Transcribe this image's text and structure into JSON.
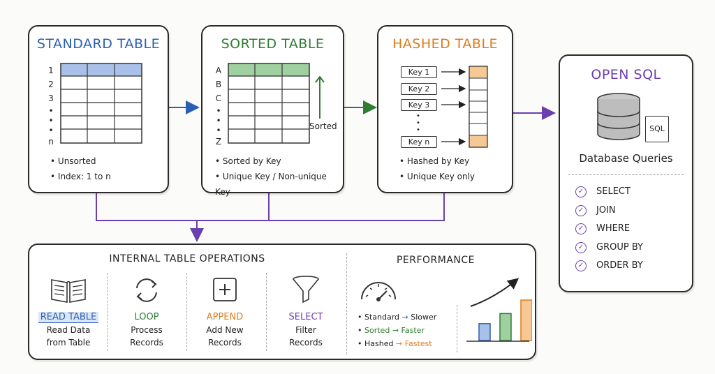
{
  "colors": {
    "blue": "#2b5fb4",
    "green": "#2e7d32",
    "orange": "#e07b1a",
    "purple": "#6b3fb0",
    "ink": "#222222"
  },
  "standard": {
    "title": "STANDARD TABLE",
    "row_labels": [
      "1",
      "2",
      "3",
      "•",
      "•",
      "•",
      "n"
    ],
    "bullets": [
      "Unsorted",
      "Index: 1 to n"
    ]
  },
  "sorted": {
    "title": "SORTED TABLE",
    "row_labels": [
      "A",
      "B",
      "C",
      "•",
      "•",
      "•",
      "Z"
    ],
    "arrow_label": "Sorted",
    "bullets": [
      "Sorted by Key",
      "Unique Key / Non-unique Key"
    ]
  },
  "hashed": {
    "title": "HASHED TABLE",
    "keys": [
      "Key 1",
      "Key 2",
      "Key 3",
      "Key n"
    ],
    "bullets": [
      "Hashed by Key",
      "Unique Key only"
    ]
  },
  "opensql": {
    "title": "OPEN SQL",
    "icon_label": "SQL",
    "subtitle": "Database Queries",
    "items": [
      "SELECT",
      "JOIN",
      "WHERE",
      "GROUP BY",
      "ORDER BY"
    ]
  },
  "operations": {
    "title": "INTERNAL TABLE OPERATIONS",
    "items": [
      {
        "name": "READ TABLE",
        "line1": "Read Data",
        "line2": "from Table",
        "icon": "open-book-icon"
      },
      {
        "name": "LOOP",
        "line1": "Process",
        "line2": "Records",
        "icon": "refresh-loop-icon"
      },
      {
        "name": "APPEND",
        "line1": "Add New",
        "line2": "Records",
        "icon": "plus-square-icon"
      },
      {
        "name": "SELECT",
        "line1": "Filter",
        "line2": "Records",
        "icon": "funnel-icon"
      }
    ]
  },
  "performance": {
    "title": "PERFORMANCE",
    "rows": [
      {
        "type": "Standard",
        "speed": "Slower"
      },
      {
        "type": "Sorted",
        "speed": "Faster"
      },
      {
        "type": "Hashed",
        "speed": "Fastest"
      }
    ],
    "bars": [
      1,
      1.6,
      2.4
    ]
  }
}
